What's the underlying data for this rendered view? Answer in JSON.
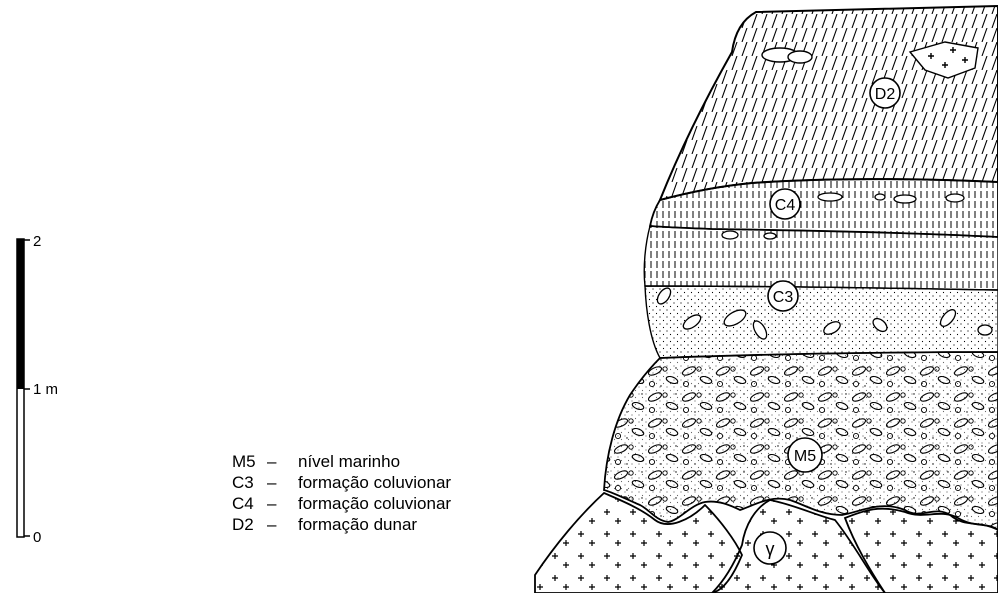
{
  "scale": {
    "ticks": [
      "2",
      "1 m",
      "0"
    ]
  },
  "units": [
    {
      "code": "D2"
    },
    {
      "code": "C4"
    },
    {
      "code": "C3"
    },
    {
      "code": "M5"
    },
    {
      "code": "γ"
    }
  ],
  "legend": {
    "items": [
      {
        "code": "M5",
        "dash": "–",
        "desc": "nível marinho"
      },
      {
        "code": "C3",
        "dash": "–",
        "desc": "formação coluvionar"
      },
      {
        "code": "C4",
        "dash": "–",
        "desc": "formação coluvionar"
      },
      {
        "code": "D2",
        "dash": "–",
        "desc": "formação dunar"
      }
    ]
  }
}
